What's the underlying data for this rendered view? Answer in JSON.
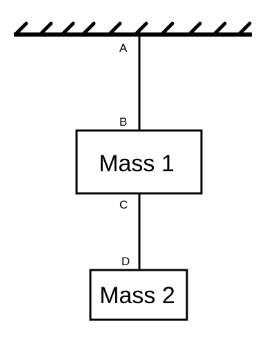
{
  "points": {
    "a": "A",
    "b": "B",
    "c": "C",
    "d": "D"
  },
  "masses": {
    "mass1": "Mass 1",
    "mass2": "Mass 2"
  },
  "colors": {
    "stroke": "#000000",
    "background": "#ffffff"
  }
}
